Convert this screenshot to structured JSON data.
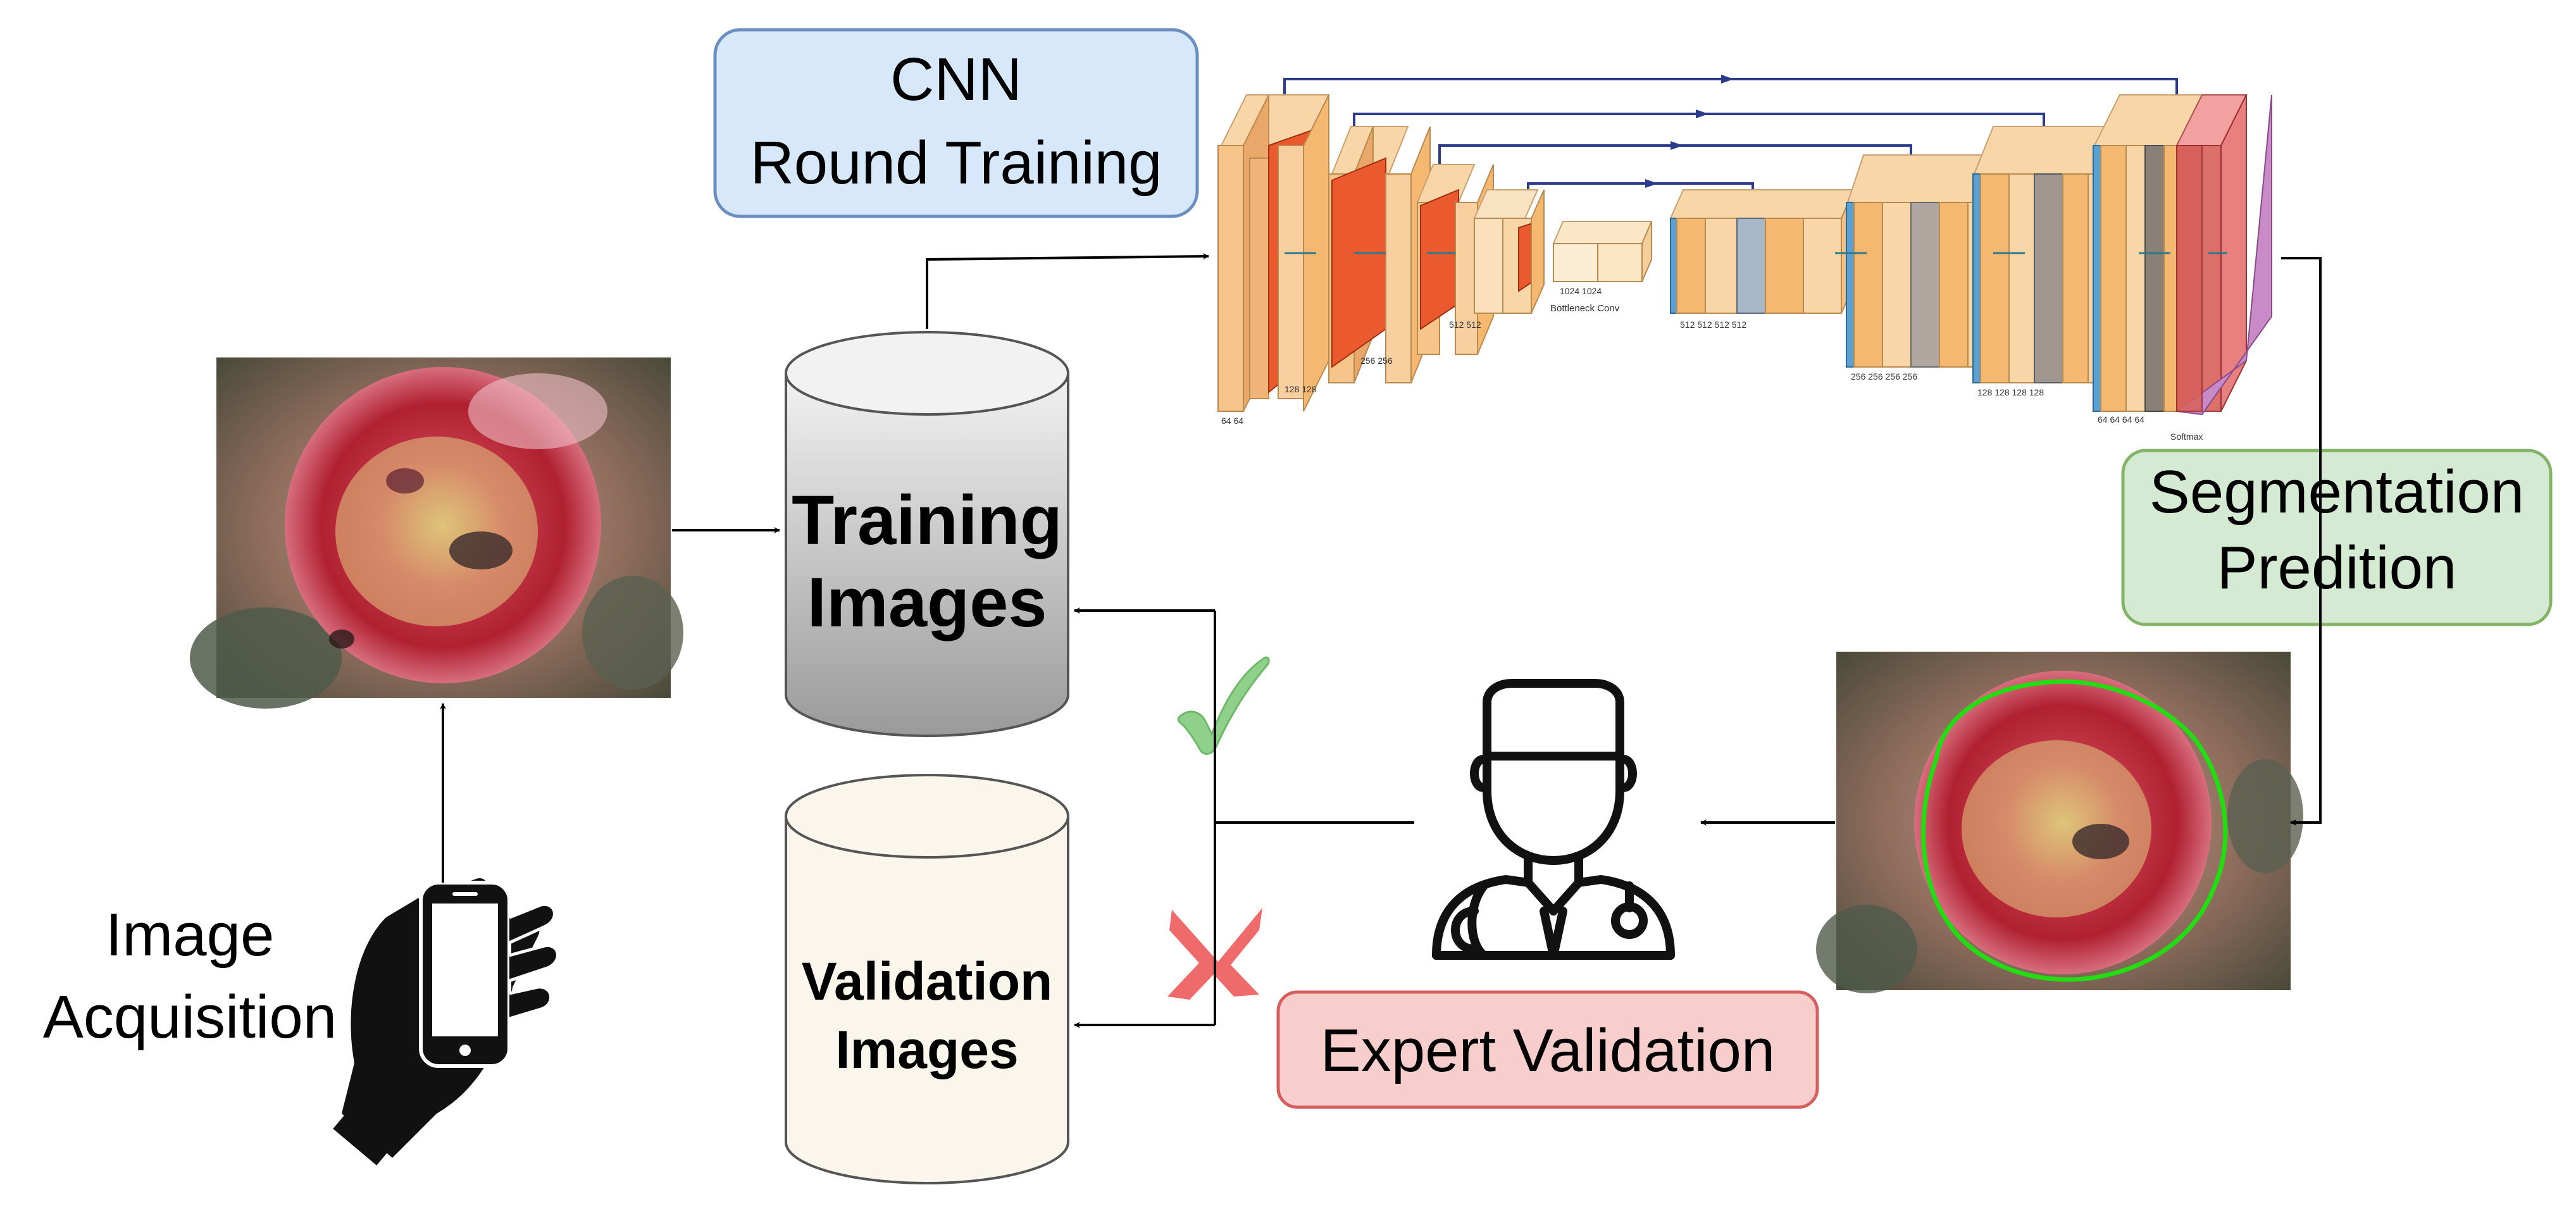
{
  "labels": {
    "cnn_box_line1": "CNN",
    "cnn_box_line2": "Round Training",
    "training_db_line1": "Training",
    "training_db_line2": "Images",
    "validation_db_line1": "Validation",
    "validation_db_line2": "Images",
    "segmentation_line1": "Segmentation",
    "segmentation_line2": "Predition",
    "expert_validation": "Expert Validation",
    "acquisition_line1": "Image",
    "acquisition_line2": "Acquisition"
  },
  "unet_labels": {
    "enc1": "64 64",
    "enc2": "128  128",
    "enc3": "256   256",
    "enc4": "512     512",
    "bottleneck_vals": "1024     1024",
    "bottleneck": "Bottleneck Conv",
    "dec4": "512    512    512    512",
    "dec3": "256   256   256   256",
    "dec2": "128  128  128  128",
    "dec1": "64  64  64  64",
    "softmax": "Softmax"
  },
  "icons": {
    "check": "check-icon",
    "cross": "cross-icon",
    "doctor": "doctor-icon",
    "phone": "phone-in-hand-icon"
  },
  "colors": {
    "cnn_box_fill": "#d6e8fa",
    "cnn_box_stroke": "#6c8ebf",
    "segmentation_fill": "#d5ead3",
    "segmentation_stroke": "#82b366",
    "expert_fill": "#f8cecc",
    "expert_stroke": "#d55f5f",
    "check": "#8fd18a",
    "cross": "#ef6a6a",
    "contour": "#22dd11"
  }
}
